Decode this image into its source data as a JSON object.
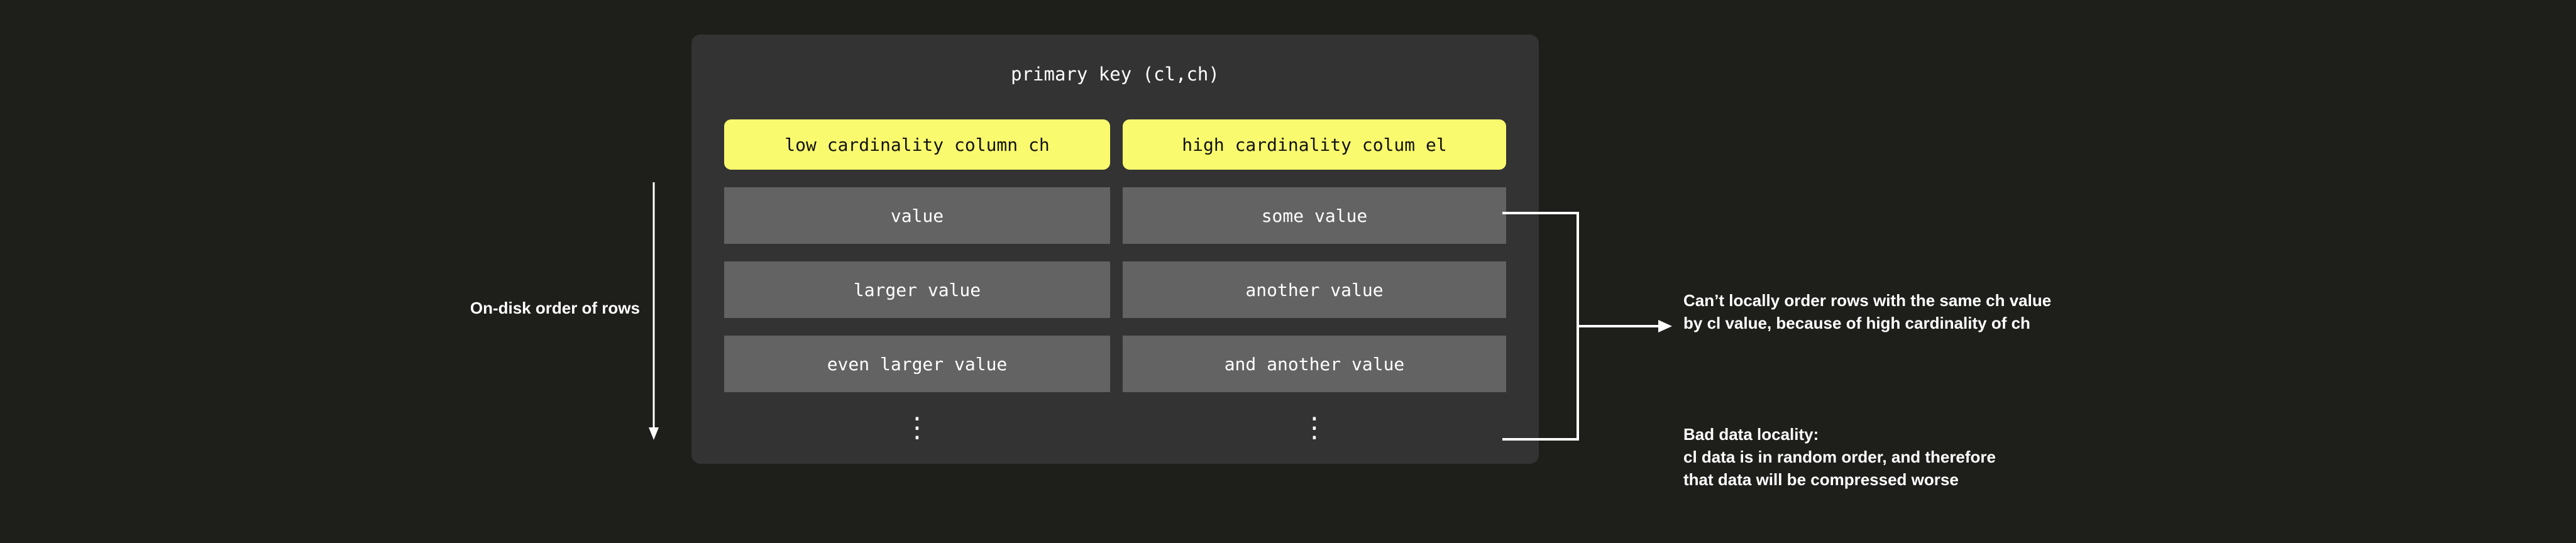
{
  "colors": {
    "background": "#1e1f1b",
    "panel": "#333333",
    "header_yellow": "#fafa6e",
    "cell_gray": "#636363",
    "text_light": "#ffffff",
    "text_dark": "#111111"
  },
  "panel": {
    "title": "primary key (cl,ch)",
    "columns": [
      {
        "header": "low cardinality column ch",
        "cells": [
          "value",
          "larger value",
          "even larger value"
        ],
        "continuation": "⋮"
      },
      {
        "header": "high cardinality colum el",
        "cells": [
          "some value",
          "another value",
          "and another value"
        ],
        "continuation": "⋮"
      }
    ]
  },
  "annotations": {
    "on_disk_order": "On-disk order of rows",
    "note_top": [
      "Can’t locally order rows with the same ch value",
      "by cl value, because of high cardinality of ch"
    ],
    "note_bottom": [
      "Bad data locality:",
      "cl data is in random order, and therefore",
      "that data will be compressed worse"
    ]
  },
  "icons": {
    "down_arrow": "down-arrow-icon",
    "right_arrow": "right-arrow-icon",
    "bracket": "bracket-icon"
  }
}
